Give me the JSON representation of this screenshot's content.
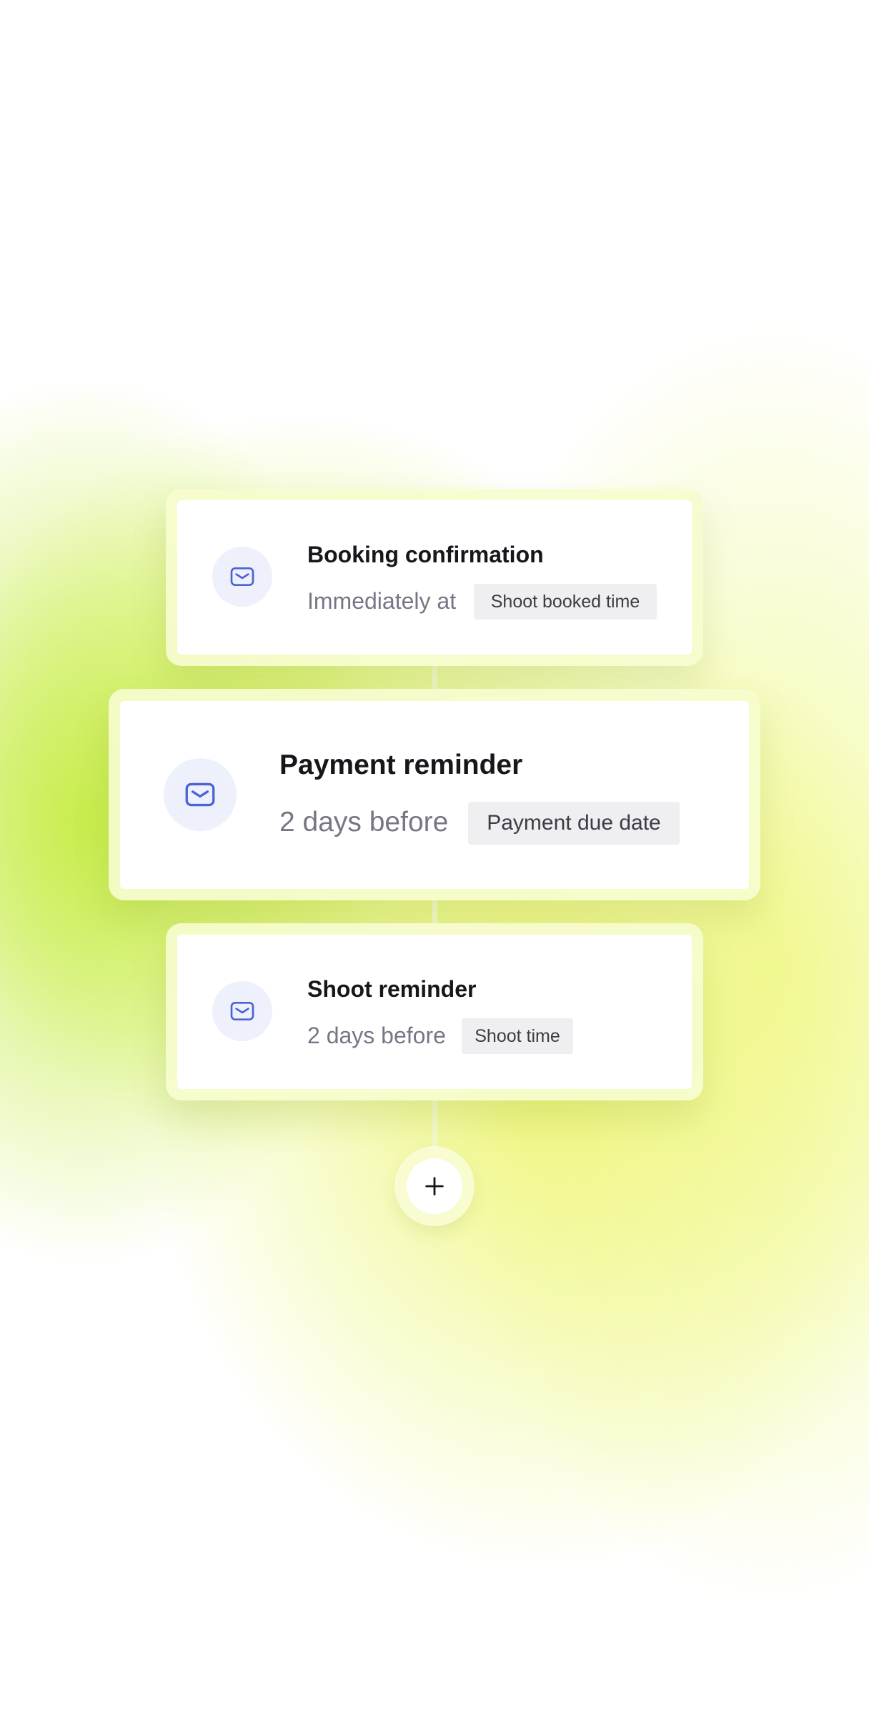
{
  "workflow": {
    "steps": [
      {
        "title": "Booking confirmation",
        "timing": "Immediately at",
        "anchor": "Shoot booked time",
        "icon": "envelope-icon"
      },
      {
        "title": "Payment reminder",
        "timing": "2 days before",
        "anchor": "Payment due date",
        "icon": "envelope-icon"
      },
      {
        "title": "Shoot reminder",
        "timing": "2 days before",
        "anchor": "Shoot time",
        "icon": "envelope-icon"
      }
    ],
    "add_step": {
      "icon": "plus-icon"
    }
  },
  "colors": {
    "icon_blue": "#4a63d6",
    "icon_bg": "#eef1fb",
    "card_border": "#f6fcce",
    "tag_bg": "#efeff2"
  }
}
